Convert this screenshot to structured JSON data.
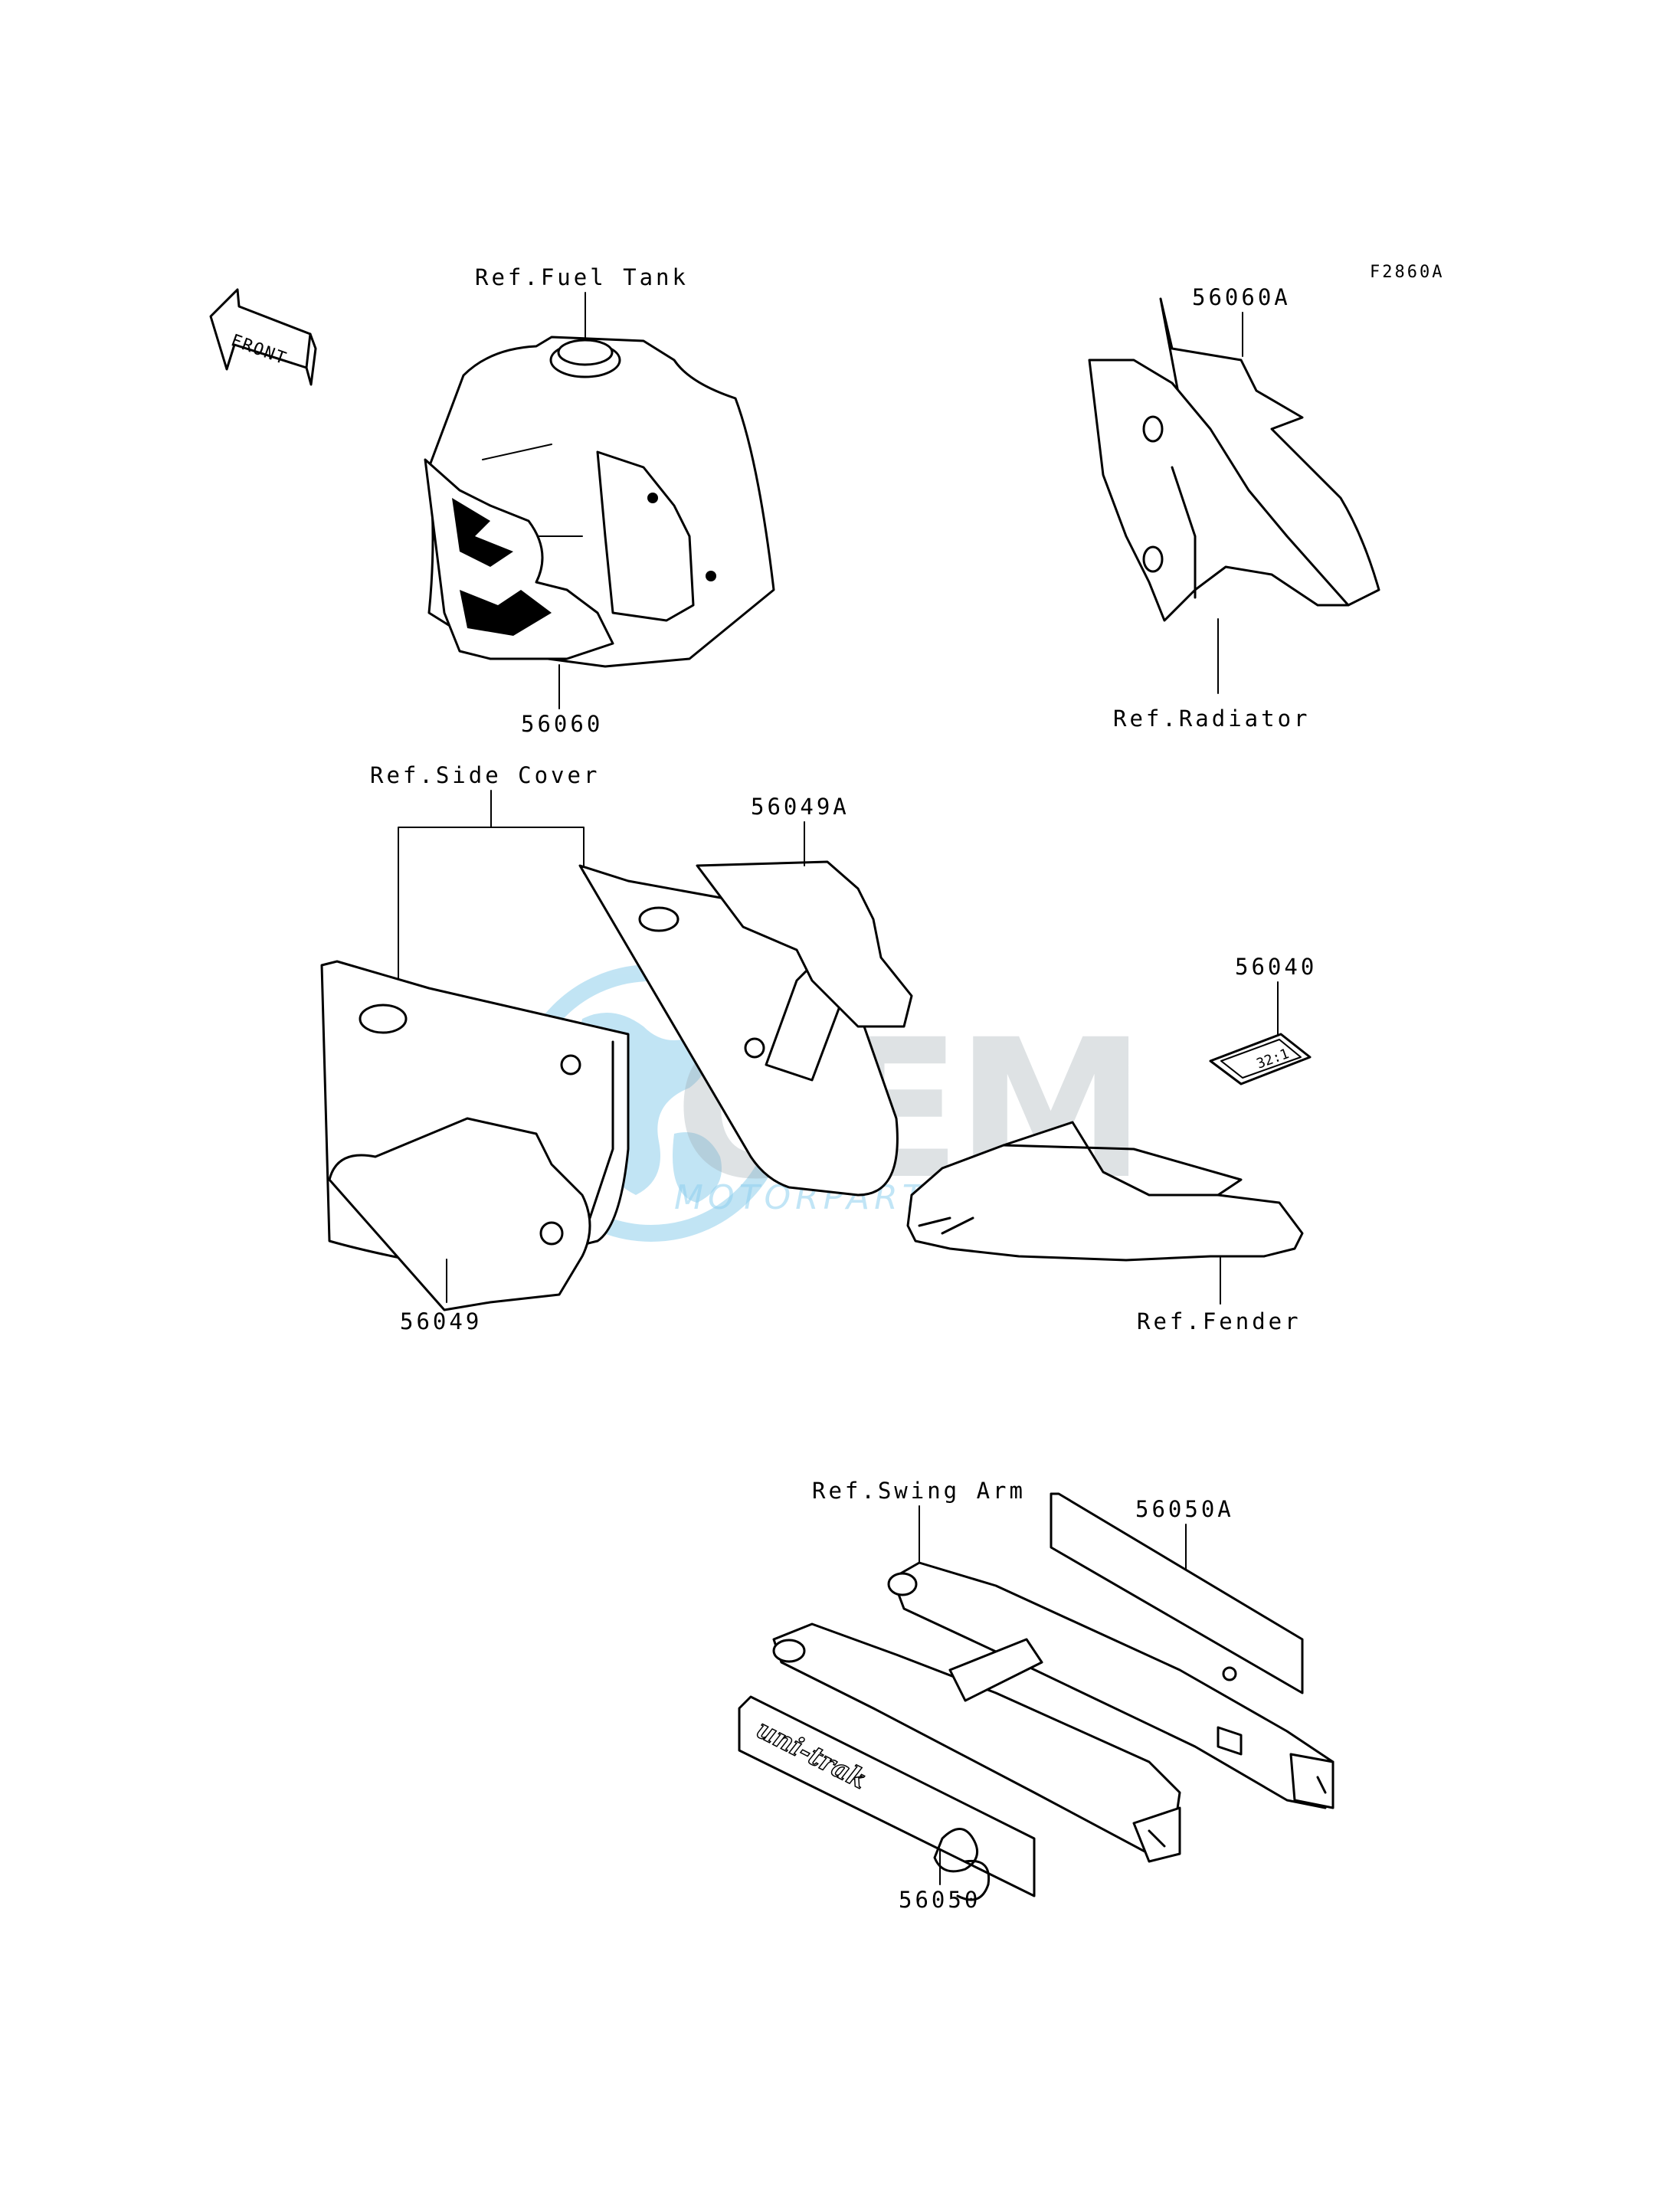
{
  "diagram_code": "F2860A",
  "front_arrow": {
    "text": "FRONT",
    "icon": "front-arrow-icon"
  },
  "watermark": {
    "logo_text": "OEM",
    "sub_text": "MOTORPARTS",
    "globe_color": "#4fb3e0"
  },
  "labels": {
    "fuel_tank_ref": "Ref.Fuel Tank",
    "tank_decal": "56060",
    "shroud_decal": "56060A",
    "radiator_ref": "Ref.Radiator",
    "side_cover_ref": "Ref.Side Cover",
    "side_decal_a": "56049A",
    "side_decal": "56049",
    "fuel_mix_decal": "56040",
    "fuel_mix_text": "32:1",
    "fender_ref": "Ref.Fender",
    "swing_arm_ref": "Ref.Swing Arm",
    "swing_decal_a": "56050A",
    "swing_decal": "56050",
    "swing_decal_text": "uni-trak"
  }
}
